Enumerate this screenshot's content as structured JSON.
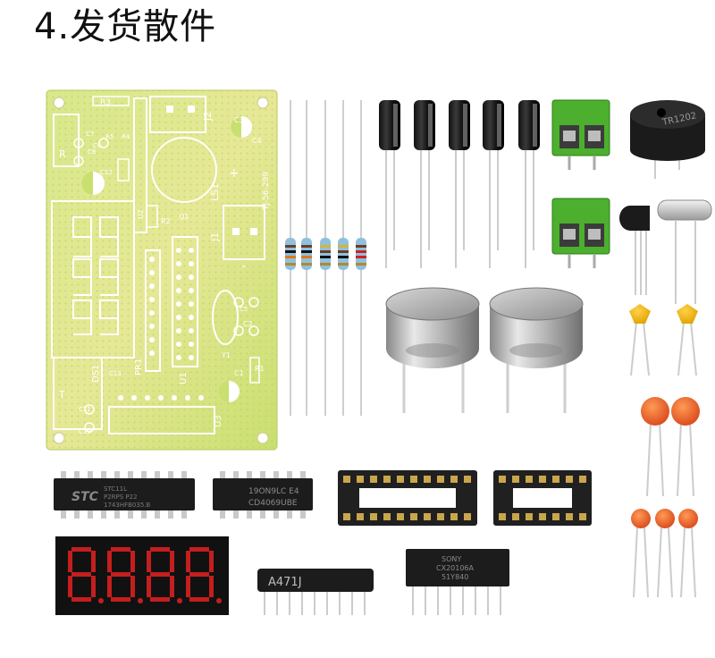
{
  "heading": {
    "number": "4.",
    "text": "发货散件"
  },
  "pcb": {
    "silkscreen": {
      "r3": "R3",
      "r4": "R4",
      "r5": "R5",
      "c5": "C5",
      "c6": "C6",
      "c7": "C7",
      "c8": "C8",
      "c10": "C10",
      "c11": "C11",
      "c12": "C12",
      "c13": "C13",
      "j1": "J1",
      "j2": "J2",
      "ls1": "LS1",
      "board_id": "TJ-56-299",
      "ds1": "DS1",
      "pr1": "PR1",
      "u1": "U1",
      "u2": "U2",
      "u3": "U3",
      "r": "R",
      "t": "T",
      "c1": "C1",
      "c2": "C2",
      "c3": "C3",
      "c4": "C4",
      "r1": "R1",
      "r2": "R2",
      "y1": "Y1",
      "q1": "Q1",
      "plus": "+",
      "minus": "-"
    }
  },
  "buzzer": {
    "marking": "TR1202"
  },
  "ics": {
    "mcu": {
      "brand": "STC",
      "line1": "STC11L",
      "line2": "P2RPS P22",
      "line3": "1743HFB035.B"
    },
    "cd4069": {
      "line1": "19ON9LC E4",
      "line2": "CD4069UBE"
    },
    "resistor_array": {
      "marking": "A471J"
    },
    "sony": {
      "line1": "SONY",
      "line2": "CX20106A",
      "line3": "51Y840"
    }
  },
  "colors": {
    "pcb_green": "#cfe27a",
    "pcb_yellow": "#f0e69a",
    "terminal_green": "#4caf2e",
    "ceramic_orange": "#ef6a2a",
    "cap_yellow": "#f2b705",
    "display_digit": "#c41e1e"
  }
}
